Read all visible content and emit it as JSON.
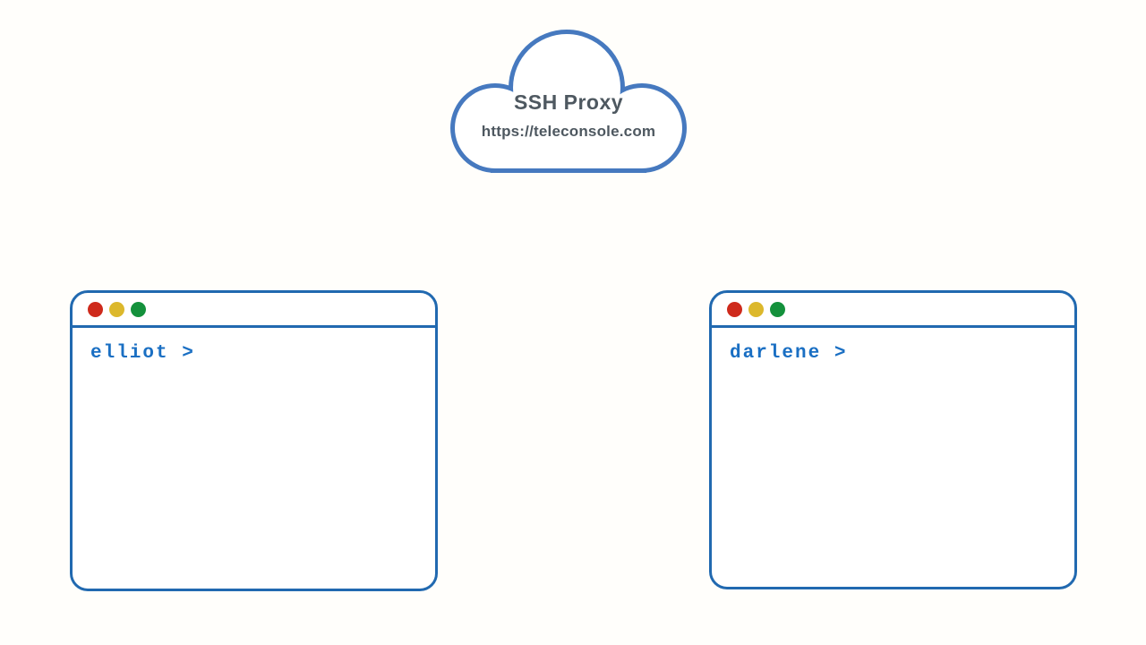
{
  "diagram_title": "Teleconsole SSH proxy diagram",
  "cloud": {
    "title": "SSH Proxy",
    "url": "https://teleconsole.com",
    "stroke_color": "#4679bf",
    "text_color": "#4e5860"
  },
  "terminals": [
    {
      "id": "left",
      "prompt": "elliot >"
    },
    {
      "id": "right",
      "prompt": "darlene >"
    }
  ],
  "terminal_style": {
    "border_color": "#2169b0",
    "prompt_color": "#1a6fc3",
    "traffic_light_colors": {
      "close": "#ce2a1c",
      "minimize": "#dcb82c",
      "maximize": "#14913c"
    }
  },
  "background_color": "#fffefb"
}
